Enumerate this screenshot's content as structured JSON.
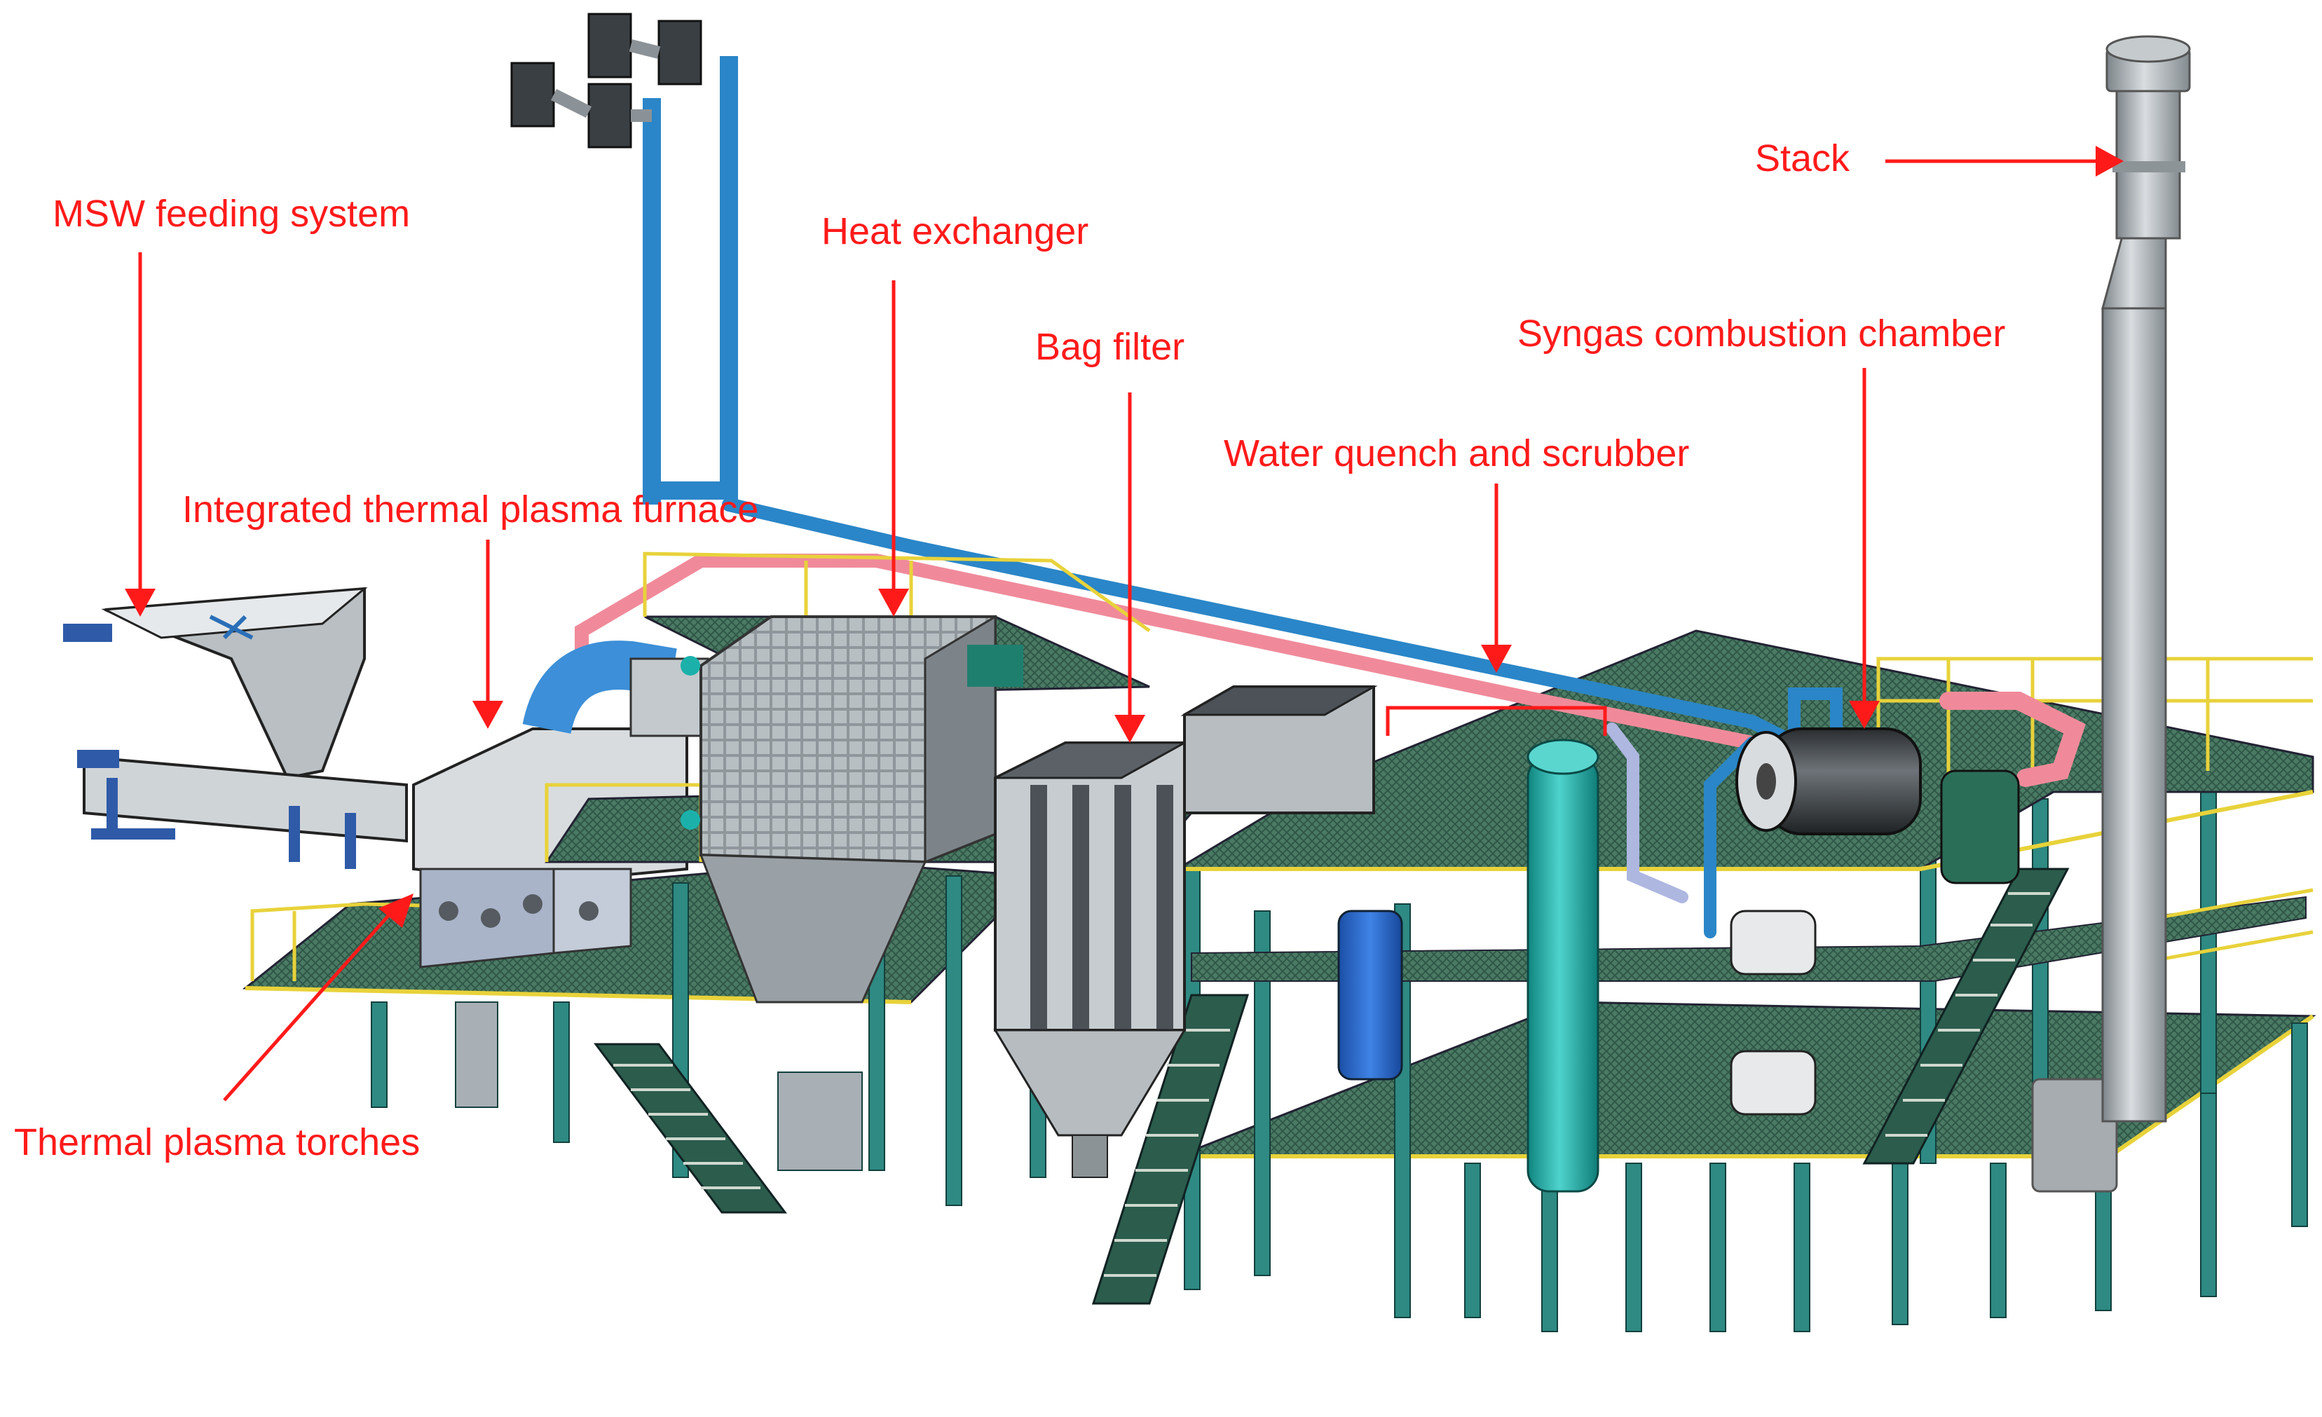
{
  "labels": {
    "msw_feeding": "MSW feeding system",
    "heat_exchanger": "Heat exchanger",
    "bag_filter": "Bag filter",
    "stack": "Stack",
    "syngas_combustion": "Syngas combustion chamber",
    "water_quench": "Water quench and scrubber",
    "plasma_furnace": "Integrated thermal plasma furnace",
    "plasma_torches": "Thermal plasma torches"
  },
  "colors": {
    "label_red": "#ff1a1a",
    "steel_teal": "#2e8a83",
    "pipe_blue": "#2a86c8",
    "pipe_pink": "#f08a9a",
    "platform_green": "#3f6f5c",
    "railing_yellow": "#e8d23a",
    "stack_grey": "#9aa1a6",
    "scrubber_teal": "#1bb1aa"
  }
}
